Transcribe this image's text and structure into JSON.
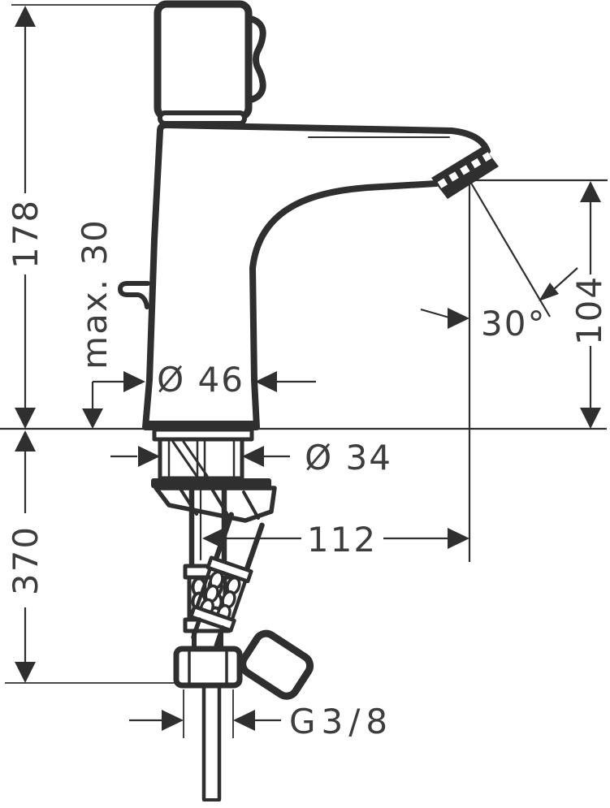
{
  "drawing": {
    "description": "Technical dimension drawing of a single-hole basin mixer faucet with flexible supply hoses",
    "background_color": "#ffffff",
    "line_color": "#2f2f2f",
    "text_color": "#3d3d3d",
    "labels": {
      "total_height": "178",
      "max_mounting": "max. 30",
      "body_diameter": "Ø 46",
      "shank_diameter": "Ø 34",
      "spout_reach": "112",
      "hose_length": "370",
      "spout_height": "104",
      "stream_angle": "30°",
      "connection_thread": "G3/8"
    }
  }
}
